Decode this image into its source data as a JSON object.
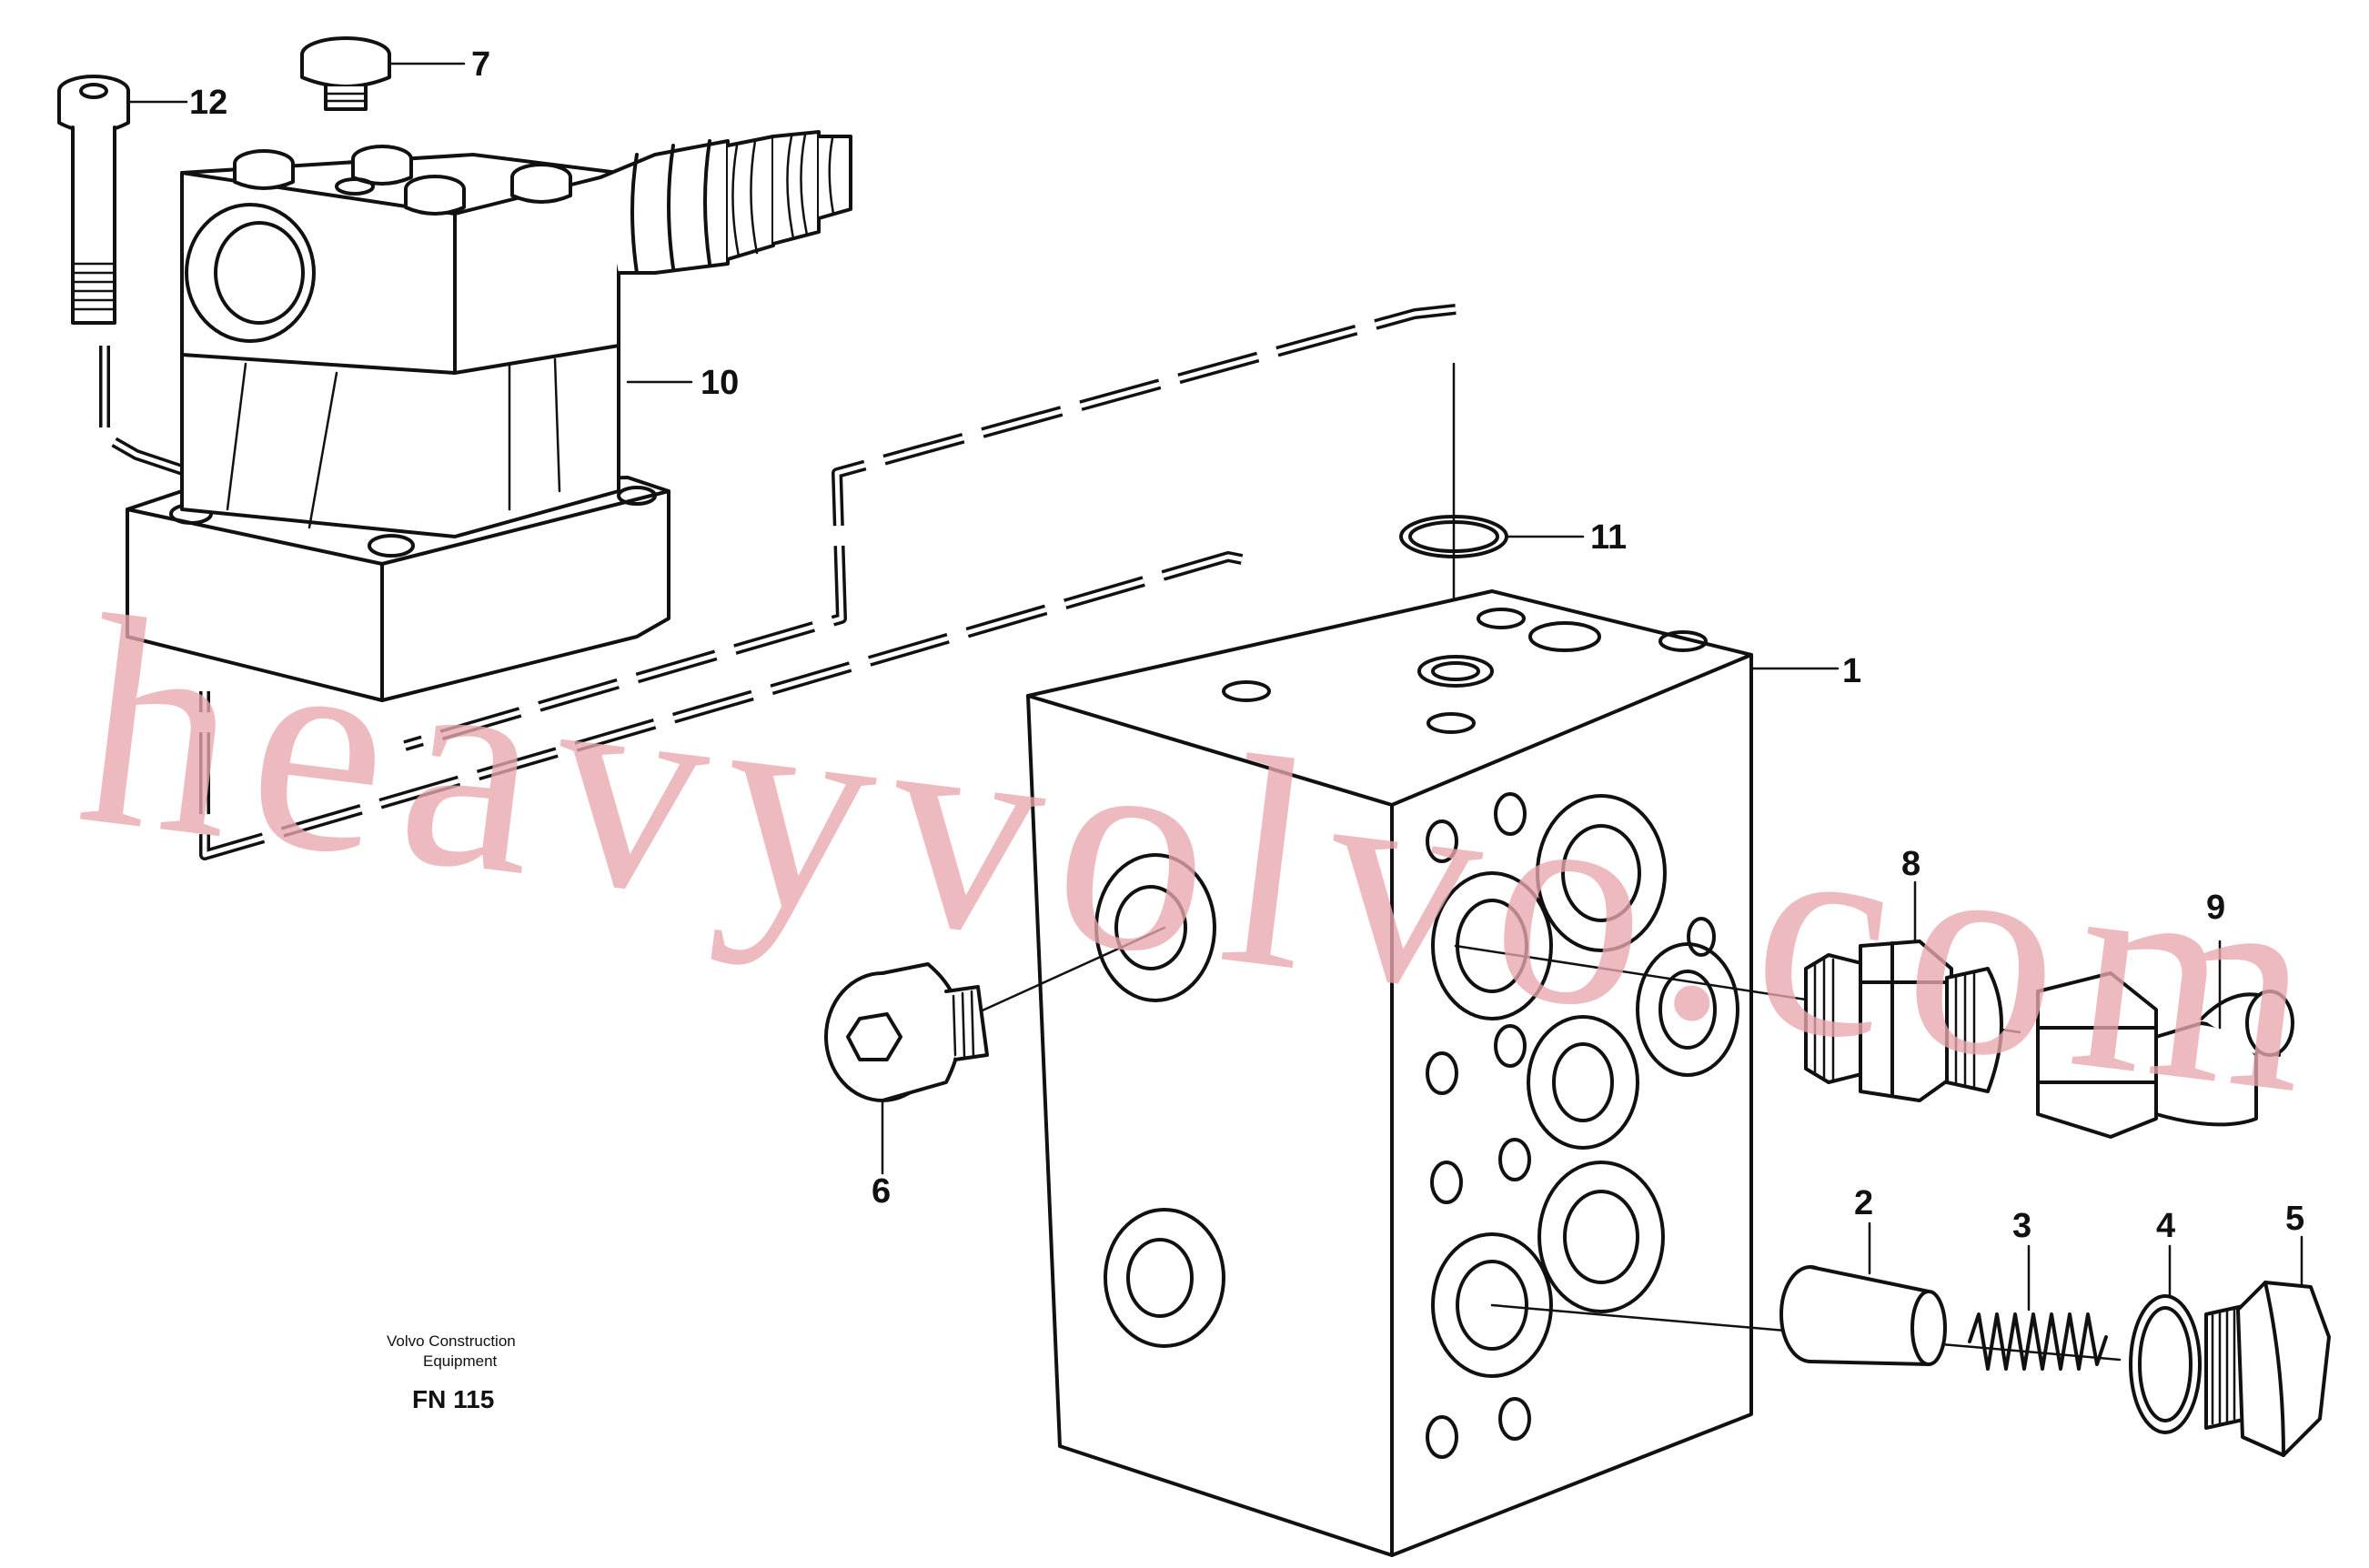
{
  "diagram": {
    "callouts": [
      "1",
      "2",
      "3",
      "4",
      "5",
      "6",
      "7",
      "8",
      "9",
      "10",
      "11",
      "12"
    ],
    "manufacturer_note_line1": "Volvo Construction",
    "manufacturer_note_line2": "Equipment",
    "figure_code": "FN 115"
  },
  "watermark": {
    "text": "heavyvolvo.com",
    "color": "#e9a7ae"
  },
  "colors": {
    "ink": "#111111",
    "background": "#ffffff"
  }
}
